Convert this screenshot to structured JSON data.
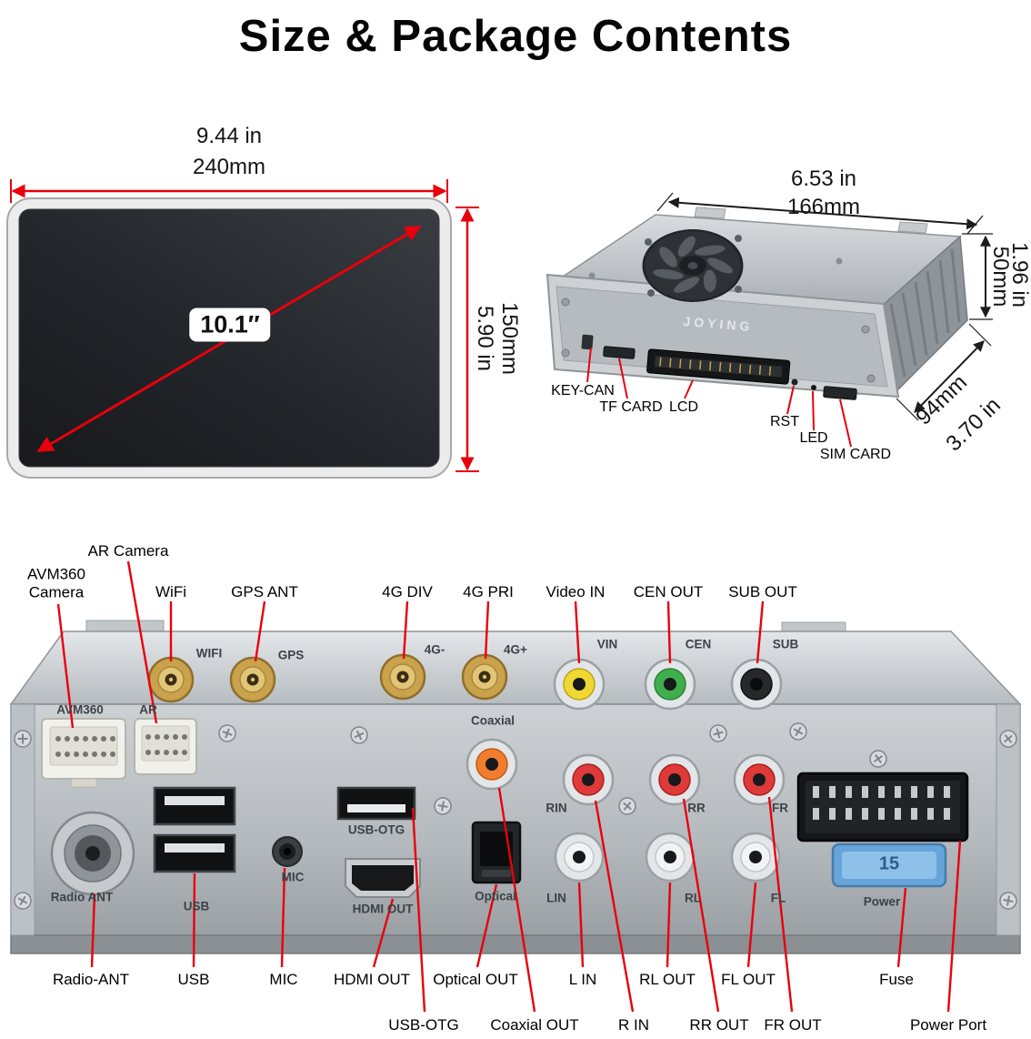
{
  "title": "Size & Package Contents",
  "colors": {
    "callout_red": "#e8000d",
    "dimension_black": "#1c1c1c",
    "fuse_blue": "#67a4d9",
    "rca_yellow": "#f0d832",
    "rca_green": "#3fae4c",
    "rca_black": "#26282a",
    "rca_white": "#f2f3f4",
    "rca_orange": "#f07d2e",
    "rca_red": "#de3a3a",
    "antenna_gold": "#c9a24b"
  },
  "screen": {
    "diagonal": "10.1″",
    "width_in": "9.44 in",
    "width_mm": "240mm",
    "height_in": "5.90 in",
    "height_mm": "150mm"
  },
  "chassis": {
    "logo": "JOYING",
    "width_in": "6.53 in",
    "width_mm": "166mm",
    "height_in": "1.96 in",
    "height_mm": "50mm",
    "depth_in": "3.70 in",
    "depth_mm": "94mm",
    "callouts": {
      "key_can": "KEY-CAN",
      "tf_card": "TF CARD",
      "lcd": "LCD",
      "rst": "RST",
      "led": "LED",
      "sim_card": "SIM CARD"
    }
  },
  "rear": {
    "top": {
      "avm360_camera": "AVM360\nCamera",
      "ar_camera": "AR Camera",
      "wifi": "WiFi",
      "gps_ant": "GPS ANT",
      "g4_div": "4G DIV",
      "g4_pri": "4G PRI",
      "video_in": "Video IN",
      "cen_out": "CEN OUT",
      "sub_out": "SUB OUT"
    },
    "panel": {
      "wifi": "WIFI",
      "gps": "GPS",
      "g4_minus": "4G-",
      "g4_plus": "4G+",
      "vin": "VIN",
      "cen": "CEN",
      "sub": "SUB",
      "avm360": "AVM360",
      "ar": "AR",
      "coaxial": "Coaxial",
      "usb_otg": "USB-OTG",
      "mic": "MIC",
      "hdmi_out": "HDMI OUT",
      "optical": "Optical",
      "rin": "RIN",
      "rr": "RR",
      "fr": "FR",
      "lin": "LIN",
      "rl": "RL",
      "fl": "FL",
      "radio_ant": "Radio ANT",
      "usb": "USB",
      "power": "Power",
      "fuse_value": "15"
    },
    "bottom": {
      "radio_ant": "Radio-ANT",
      "usb": "USB",
      "mic": "MIC",
      "hdmi_out": "HDMI OUT",
      "optical_out": "Optical OUT",
      "l_in": "L IN",
      "rl_out": "RL OUT",
      "fl_out": "FL OUT",
      "fuse": "Fuse",
      "usb_otg": "USB-OTG",
      "coaxial_out": "Coaxial OUT",
      "r_in": "R IN",
      "rr_out": "RR OUT",
      "fr_out": "FR OUT",
      "power_port": "Power Port"
    }
  }
}
